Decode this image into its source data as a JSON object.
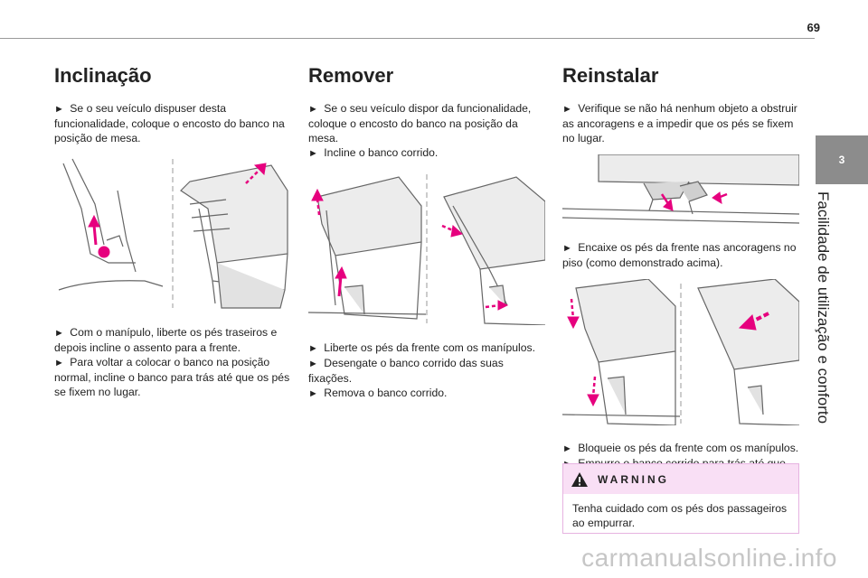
{
  "page": {
    "number": "69",
    "chapter_number": "3",
    "chapter_title": "Facilidade de utilização e conforto"
  },
  "sections": {
    "inclinacao": {
      "title": "Inclinação",
      "intro": "Se o seu veículo dispuser desta funcionalidade, coloque o encosto do banco na posição de mesa.",
      "steps": [
        "Com o manípulo, liberte os pés traseiros e depois incline o assento para a frente.",
        "Para voltar a colocar o banco na posição normal, incline o banco para trás até que os pés se fixem no lugar."
      ]
    },
    "remover": {
      "title": "Remover",
      "intro": [
        "Se o seu veículo dispor da funcionalidade, coloque o encosto do banco na posição da mesa.",
        "Incline o banco corrido."
      ],
      "steps": [
        "Liberte os pés da frente com os manípulos.",
        "Desengate o banco corrido das suas fixações.",
        "Remova o banco corrido."
      ]
    },
    "reinstalar": {
      "title": "Reinstalar",
      "intro": "Verifique se não há nenhum objeto a obstruir as ancoragens e a impedir que os pés se fixem no lugar.",
      "middle": "Encaixe os pés da frente nas ancoragens no piso (como demonstrado acima).",
      "steps": [
        "Bloqueie os pés da frente com os manípulos.",
        "Empurre o banco corrido para trás até que os pés traseiros se fixem no lugar."
      ]
    }
  },
  "warning": {
    "label": "WARNING",
    "text": "Tenha cuidado com os pés dos passageiros ao empurrar."
  },
  "bullet": "►",
  "watermark": "carmanualsonline.info",
  "colors": {
    "accent_pink": "#e6007e",
    "tab_gray": "#8c8c8c",
    "warning_bg": "#f9dff5"
  }
}
